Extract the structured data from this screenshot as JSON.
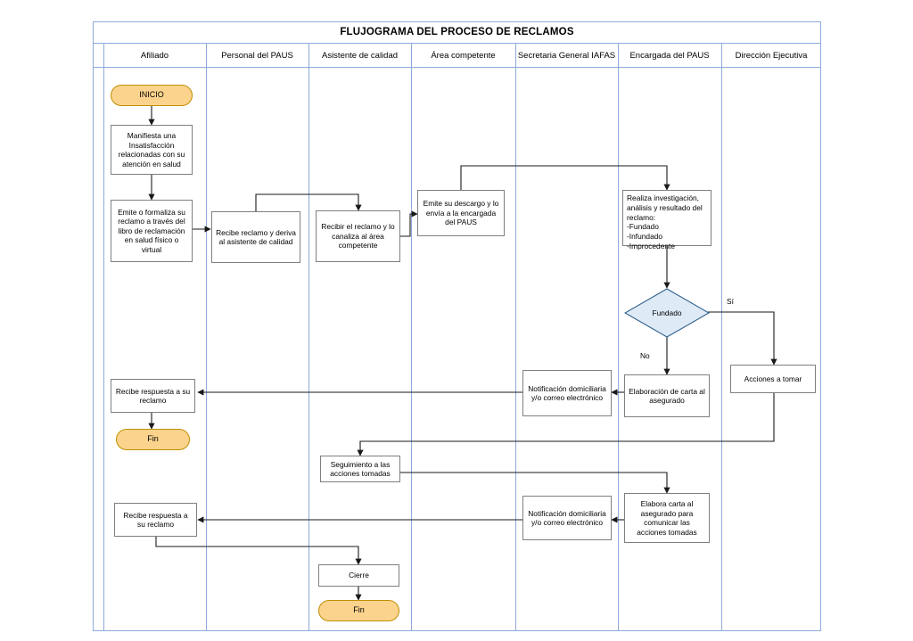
{
  "document": {
    "title": "FLUJOGRAMA DEL PROCESO DE RECLAMOS"
  },
  "lanes": [
    {
      "id": "afiliado",
      "label": "Afiliado"
    },
    {
      "id": "personal",
      "label": "Personal del PAUS"
    },
    {
      "id": "asistente",
      "label": "Asistente de calidad"
    },
    {
      "id": "area",
      "label": "Área competente"
    },
    {
      "id": "secretaria",
      "label": "Secretaria General IAFAS"
    },
    {
      "id": "encargada",
      "label": "Encargada del PAUS"
    },
    {
      "id": "direccion",
      "label": "Dirección Ejecutiva"
    }
  ],
  "nodes": {
    "inicio": {
      "label": "INICIO",
      "shape": "terminator",
      "lane": "afiliado"
    },
    "manifiesta": {
      "label": "Manifiesta una Insatisfacción relacionadas con su atención en salud",
      "shape": "process",
      "lane": "afiliado"
    },
    "emite_formaliza": {
      "label": "Emite o formaliza su reclamo  a través del libro de reclamación en salud físico o virtual",
      "shape": "process",
      "lane": "afiliado"
    },
    "recibe_deriva": {
      "label": "Recibe reclamo y deriva al asistente de calidad",
      "shape": "process",
      "lane": "personal"
    },
    "recibir_canaliza": {
      "label": "Recibir el reclamo y lo canaliza al área competente",
      "shape": "process",
      "lane": "asistente"
    },
    "emite_descargo": {
      "label": "Emite su descargo y lo envía a la encargada del PAUS",
      "shape": "process",
      "lane": "area"
    },
    "realiza_invest": {
      "label": "Realiza investigación, análisis y resultado del reclamo:\n-Fundado\n-Infundado\n-Improcedente",
      "shape": "process",
      "lane": "encargada"
    },
    "fundado": {
      "label": "Fundado",
      "shape": "decision",
      "lane": "encargada"
    },
    "acciones_tomar": {
      "label": "Acciones a tomar",
      "shape": "process",
      "lane": "direccion"
    },
    "elaboracion_carta": {
      "label": "Elaboración de carta al asegurado",
      "shape": "process",
      "lane": "encargada"
    },
    "notificacion1": {
      "label": "Notificación domiciliaria y/o correo electrónico",
      "shape": "process",
      "lane": "secretaria"
    },
    "recibe_resp1": {
      "label": "Recibe respuesta a su reclamo",
      "shape": "process",
      "lane": "afiliado"
    },
    "fin1": {
      "label": "Fin",
      "shape": "terminator",
      "lane": "afiliado"
    },
    "seguimiento": {
      "label": "Seguimiento a las acciones tomadas",
      "shape": "process",
      "lane": "asistente"
    },
    "elabora_carta2": {
      "label": "Elabora carta al asegurado para comunicar  las acciones tomadas",
      "shape": "process",
      "lane": "encargada"
    },
    "notificacion2": {
      "label": "Notificación domiciliaria y/o correo electrónico",
      "shape": "process",
      "lane": "secretaria"
    },
    "recibe_resp2": {
      "label": "Recibe respuesta a su reclamo",
      "shape": "process",
      "lane": "afiliado"
    },
    "cierre": {
      "label": "Cierre",
      "shape": "process",
      "lane": "asistente"
    },
    "fin2": {
      "label": "Fin",
      "shape": "terminator",
      "lane": "asistente"
    }
  },
  "edge_labels": {
    "si": "Sí",
    "no": "No"
  },
  "colors": {
    "lane_border": "#8eaadb",
    "node_border": "#7f7f7f",
    "terminator_fill": "#fbd38d",
    "terminator_border": "#bf8f00",
    "decision_fill": "#deeaf6",
    "decision_border": "#2e5f8a",
    "connector": "#1a1a1a",
    "text": "#000000"
  }
}
